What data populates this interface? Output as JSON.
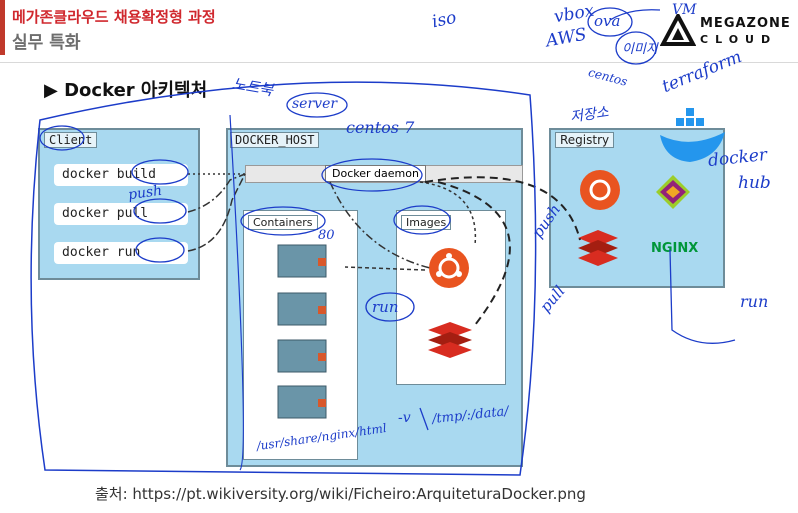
{
  "header": {
    "course_title": "메가존클라우드 채용확정형 과정",
    "course_subtitle": "실무 특화",
    "logo_line1": "MEGAZONE",
    "logo_line2": "CLOUD"
  },
  "slide": {
    "title": "▶ Docker 아키텍처",
    "source": "출처: https://pt.wikiversity.org/wiki/Ficheiro:ArquiteturaDocker.png"
  },
  "diagram": {
    "client_label": "Client",
    "commands": [
      "docker build",
      "docker pull",
      "docker run"
    ],
    "host_label": "DOCKER_HOST",
    "daemon_label": "Docker daemon",
    "containers_label": "Containers",
    "images_label": "Images",
    "registry_label": "Registry",
    "nginx_label": "NGINX"
  },
  "annotations": {
    "iso": "iso",
    "vbox": "vbox",
    "aws": "AWS",
    "ova": "ova",
    "vm": "VM",
    "image": "이미지",
    "centos_arrow": "centos",
    "terraform": "terraform",
    "notebook": "노트북",
    "server": "server",
    "centos7": "centos 7",
    "storage": "저장소",
    "docker_hub_1": "docker",
    "docker_hub_2": "hub",
    "push1": "push",
    "push2": "push",
    "pull": "pull",
    "run_images": "run",
    "run_right": "run",
    "p80": "80",
    "path_left": "/usr/share/nginx/html",
    "opt_v": "-v",
    "path_right": "/tmp/:/data/"
  },
  "colors": {
    "accent": "#d0282e",
    "panel": "#a9d9f0",
    "ink": "#1c3cc9"
  }
}
